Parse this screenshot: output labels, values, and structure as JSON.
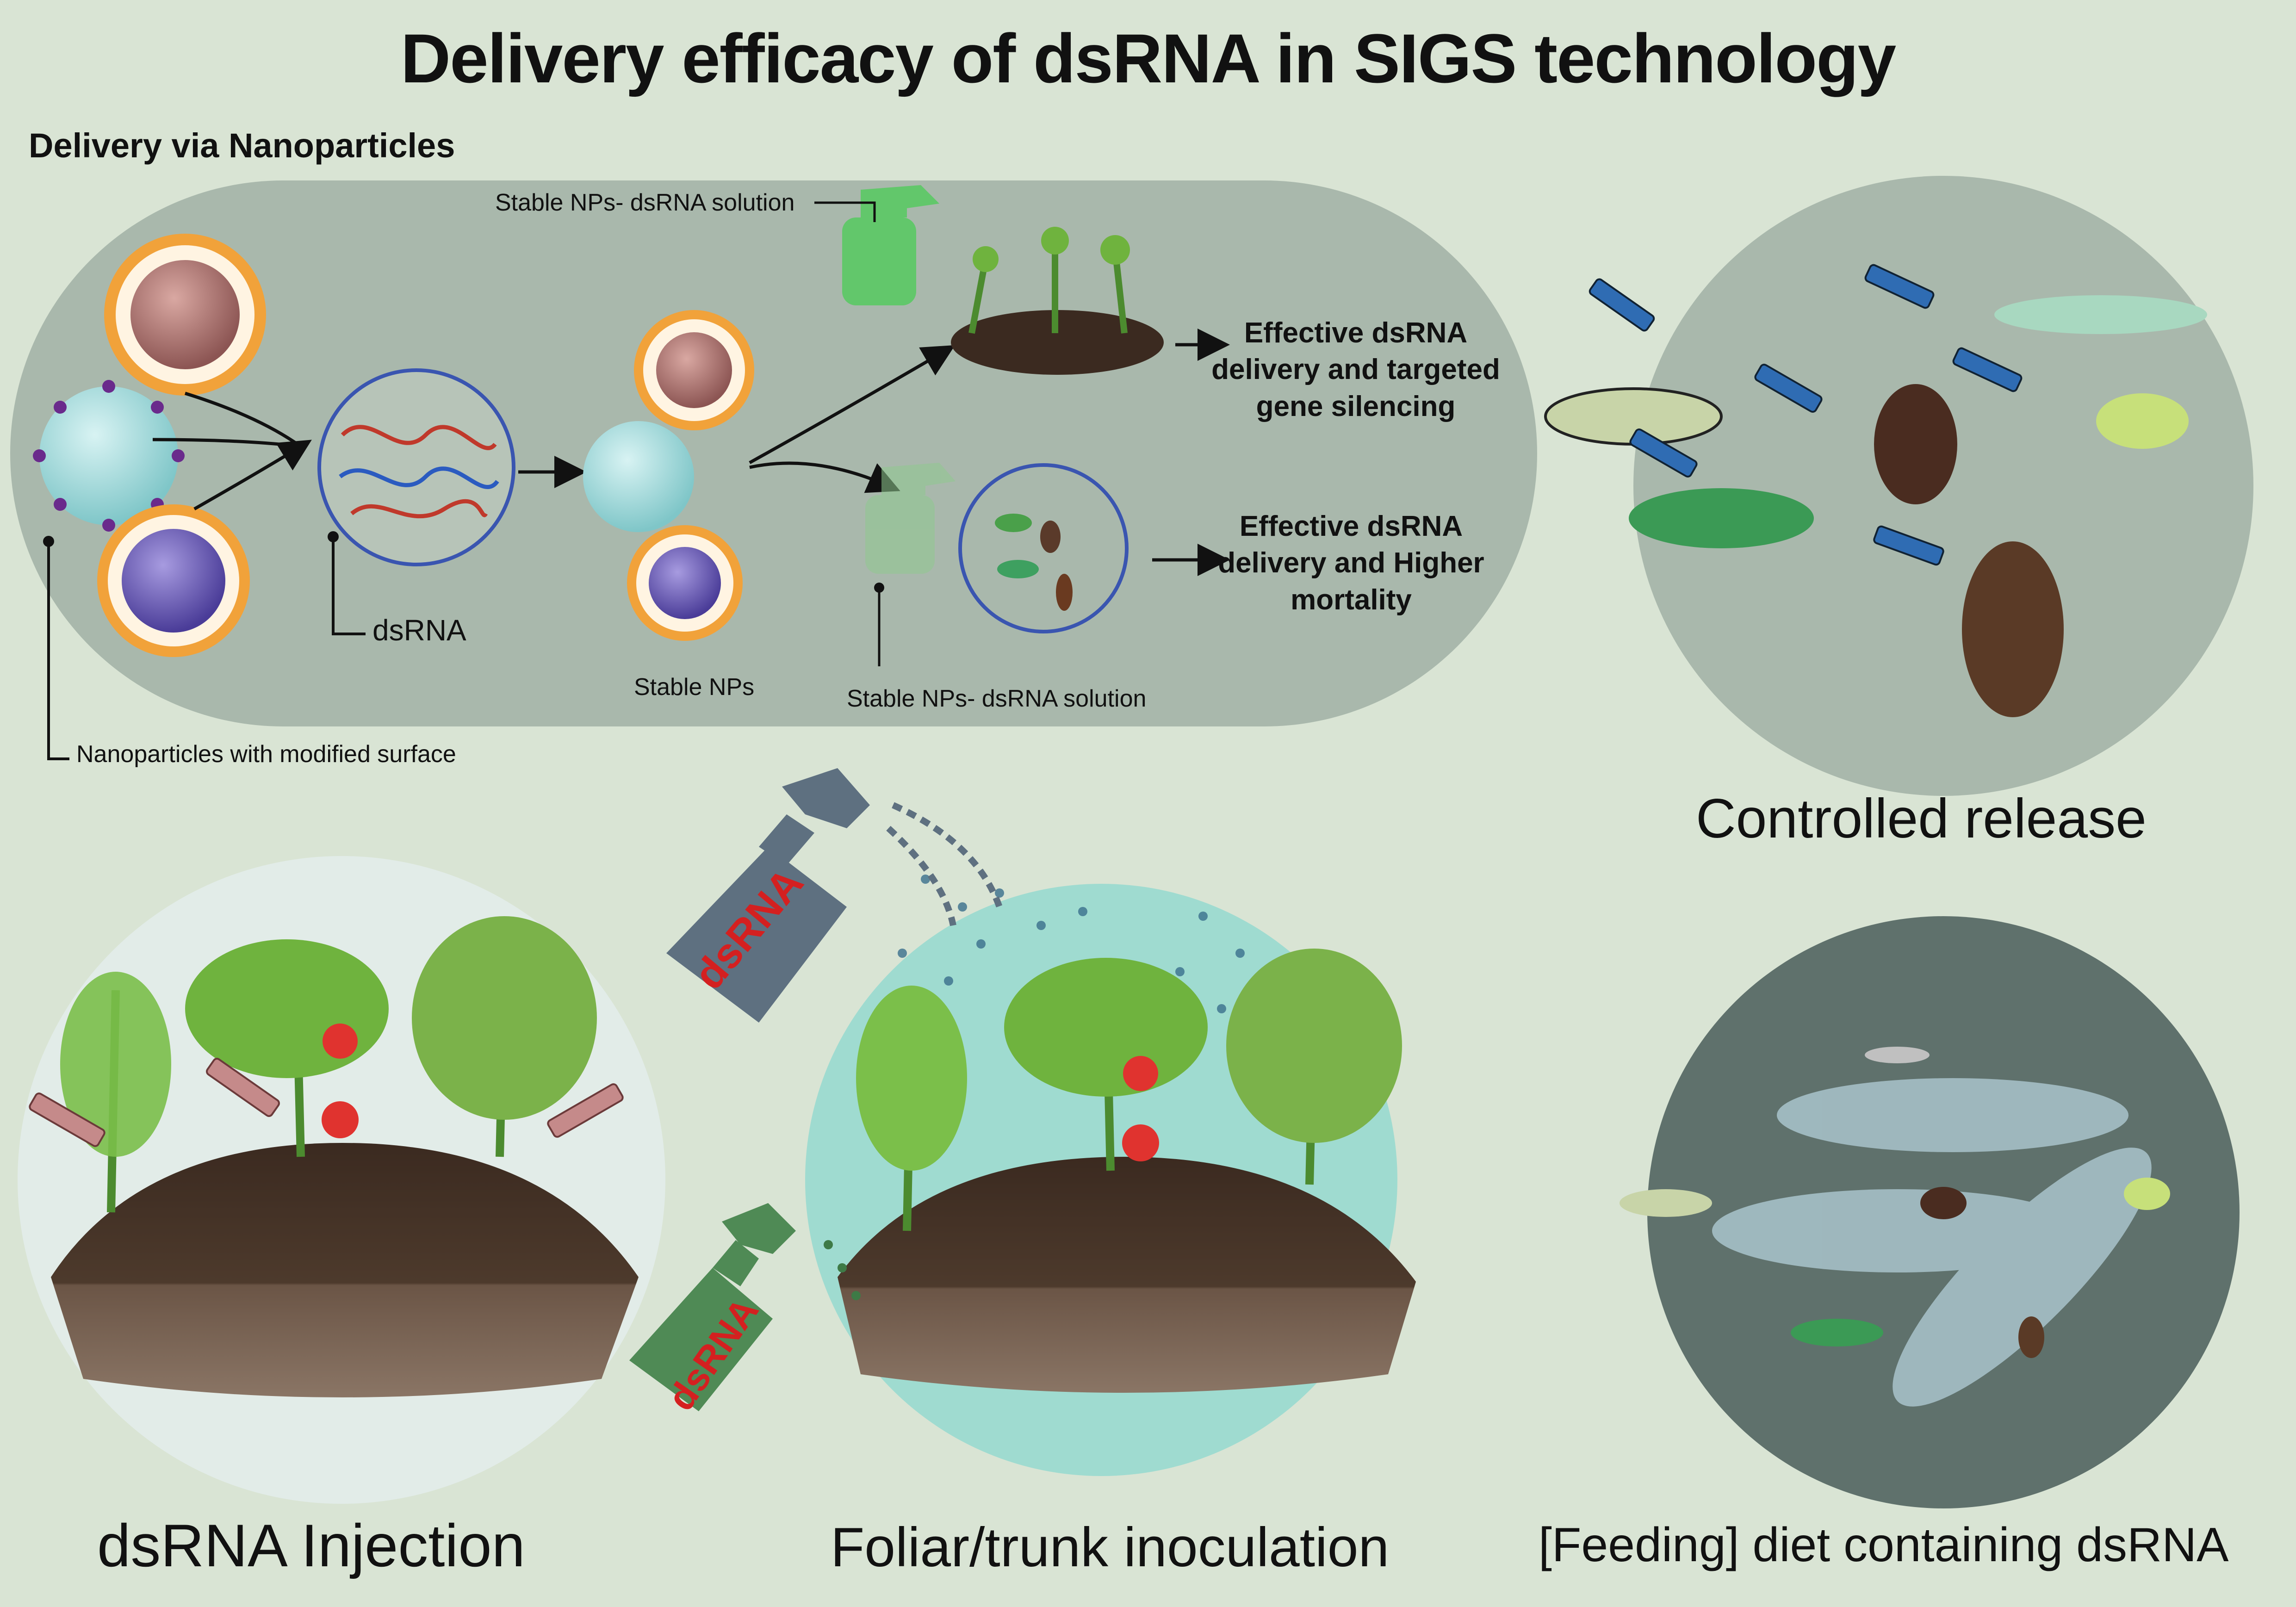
{
  "title": "Delivery efficacy of dsRNA in SIGS technology",
  "nanoparticles": {
    "heading": "Delivery via Nanoparticles",
    "modified_surface": "Nanoparticles with modified surface",
    "dsrna": "dsRNA",
    "stable_nps": "Stable NPs",
    "solution_top": "Stable NPs- dsRNA solution",
    "solution_bottom": "Stable NPs- dsRNA solution",
    "outcome_plants": "Effective dsRNA delivery and targeted gene silencing",
    "outcome_insects": "Effective dsRNA delivery and Higher mortality"
  },
  "panels": {
    "controlled_release": "Controlled release",
    "injection": "dsRNA Injection",
    "foliar": "Foliar/trunk inoculation",
    "feeding": "[Feeding] diet containing dsRNA"
  },
  "bottles": {
    "large_label": "dsRNA",
    "small_label": "dsRNA"
  },
  "colors": {
    "background": "#d9e4d4",
    "np_panel": "#a9b8ac",
    "controlled_circle": "#a9b8ac",
    "injection_circle": "#e2ece8",
    "foliar_circle": "#9fdbd0",
    "feeding_circle": "#5f716c",
    "bottle_gray": "#5e7080",
    "bottle_green": "#4f8a55",
    "accent_red": "#d42020"
  }
}
